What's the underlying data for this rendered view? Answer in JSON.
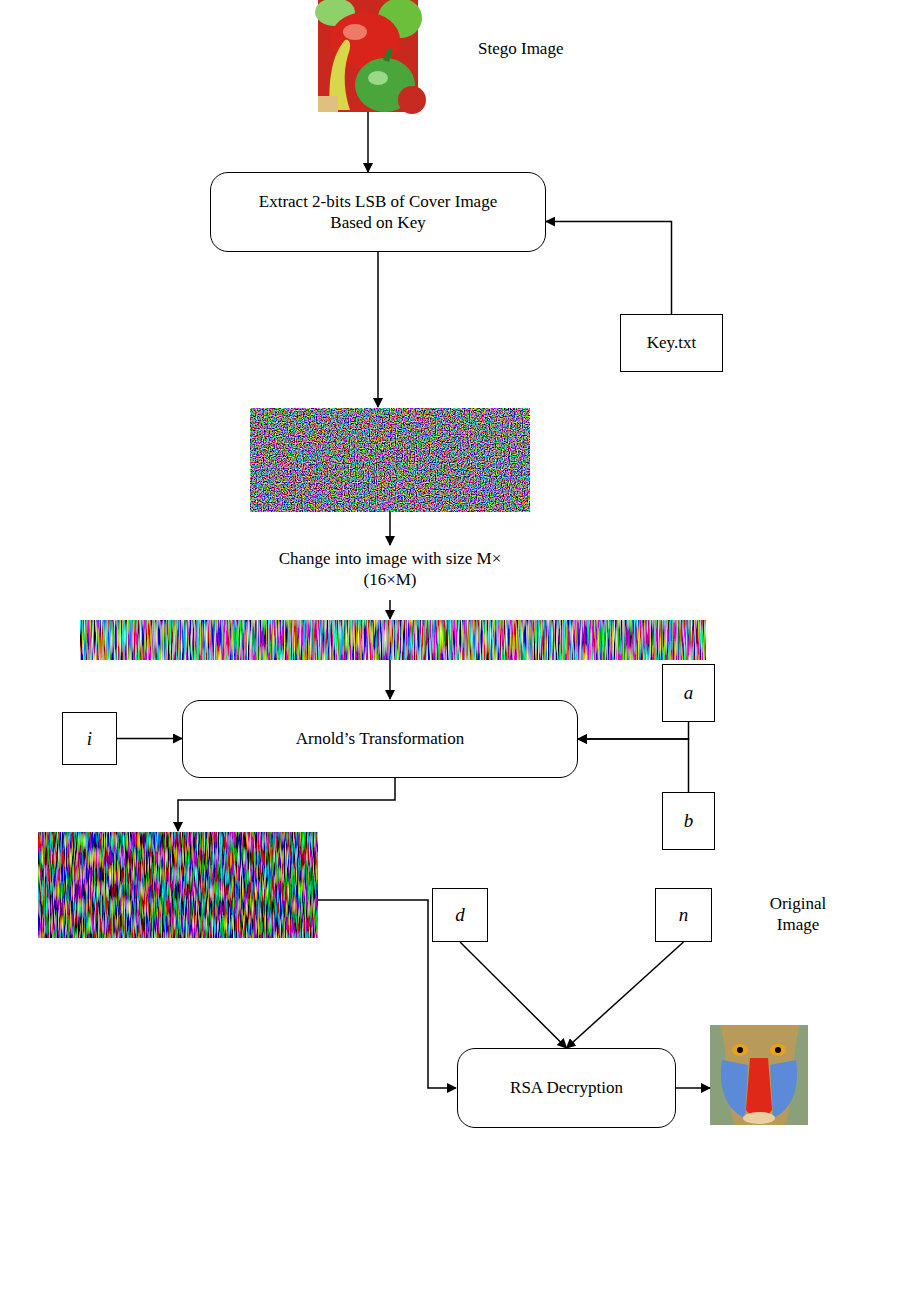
{
  "diagram": {
    "nodes": [
      {
        "text": [
          "Stego Image"
        ]
      },
      {
        "text": [
          "Extract 2-bits LSB of Cover Image Based on Key"
        ]
      },
      {
        "text": [
          "Key.txt"
        ]
      },
      {
        "text": [
          "Arnold’s Transformation"
        ]
      },
      {
        "text": [
          "i"
        ]
      },
      {
        "text": [
          "a"
        ]
      },
      {
        "text": [
          "b"
        ]
      },
      {
        "text": [
          "d"
        ]
      },
      {
        "text": [
          "n"
        ]
      },
      {
        "text": [
          "RSA Decryption"
        ]
      },
      {
        "text": [
          "Original Image"
        ]
      }
    ],
    "edges": [
      {
        "from": 0,
        "to": 1,
        "arrow": "to"
      },
      {
        "from": 2,
        "to": 1,
        "arrow": "to"
      },
      {
        "from": 4,
        "to": 3,
        "arrow": "to"
      },
      {
        "from": 5,
        "to": 3,
        "arrow": "to"
      },
      {
        "from": 6,
        "to": 3,
        "arrow": "to"
      },
      {
        "from": 7,
        "to": 9,
        "arrow": "to"
      },
      {
        "from": 8,
        "to": 9,
        "arrow": "to"
      },
      {
        "from": 9,
        "to": 10,
        "arrow": "to"
      }
    ],
    "labels": [
      "Change into image with size M× (16×M)"
    ]
  }
}
